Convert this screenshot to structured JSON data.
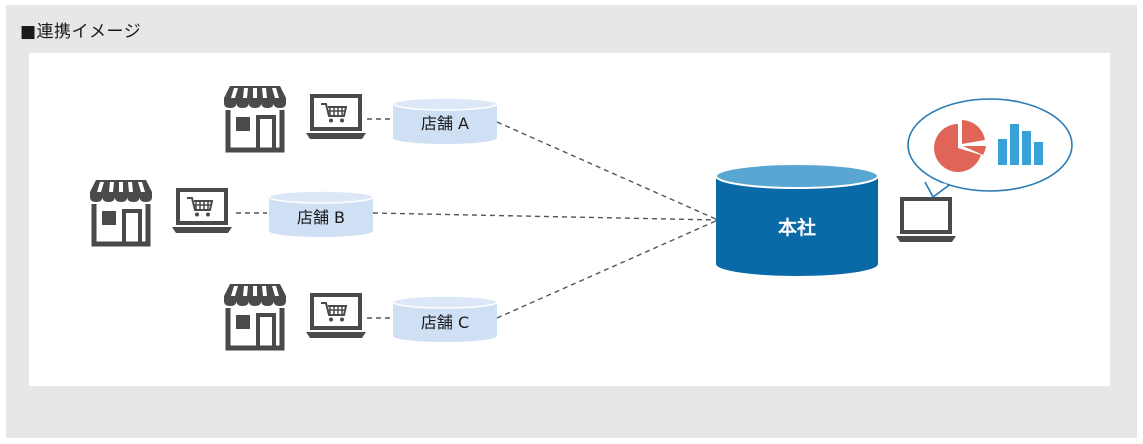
{
  "heading": "■連携イメージ",
  "stores": [
    {
      "label": "店舗 A"
    },
    {
      "label": "店舗 B"
    },
    {
      "label": "店舗 C"
    }
  ],
  "headquarters": {
    "label": "本社"
  },
  "colors": {
    "frame_bg": "#e6e7e9",
    "store_db_fill": "#cfdff4",
    "hq_db_fill": "#0a6aa8",
    "hq_db_top": "#5aa6d2",
    "icon_gray": "#4a4a4a",
    "pie_red": "#e06558",
    "bars_blue": "#3aa0d8",
    "bubble_stroke": "#2a7ab4"
  },
  "icons": [
    "shop-icon",
    "laptop-cart-icon",
    "database-icon",
    "laptop-icon",
    "pie-chart-icon",
    "bar-chart-icon"
  ]
}
